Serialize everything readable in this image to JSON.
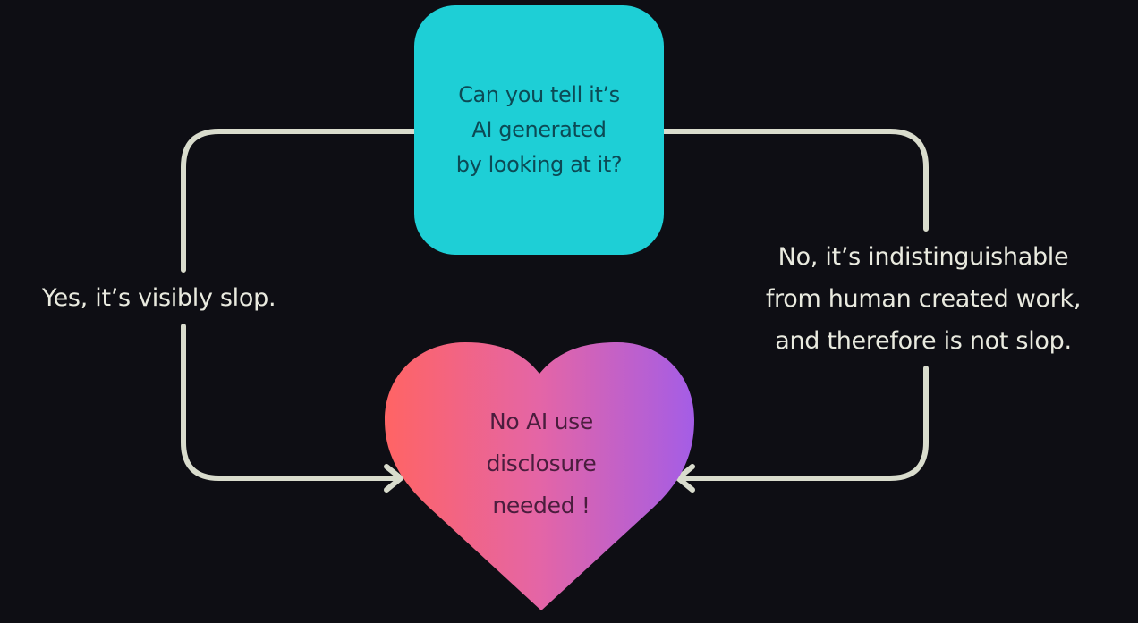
{
  "diagram": {
    "question_box": {
      "lines": [
        "Can you tell it’s",
        "AI generated",
        "by looking at it?"
      ],
      "color": "#1ecfd6"
    },
    "yes_branch": {
      "label": "Yes, it’s visibly slop."
    },
    "no_branch": {
      "lines": [
        "No, it’s indistinguishable",
        "from human created work,",
        "and therefore is not slop."
      ]
    },
    "outcome_heart": {
      "lines": [
        "No AI use",
        "disclosure",
        "needed !"
      ],
      "gradient_start": "#ff6464",
      "gradient_mid": "#e465a6",
      "gradient_end": "#a45de6"
    },
    "connector_color": "#d9dccd",
    "background_color": "#0e0e14"
  }
}
